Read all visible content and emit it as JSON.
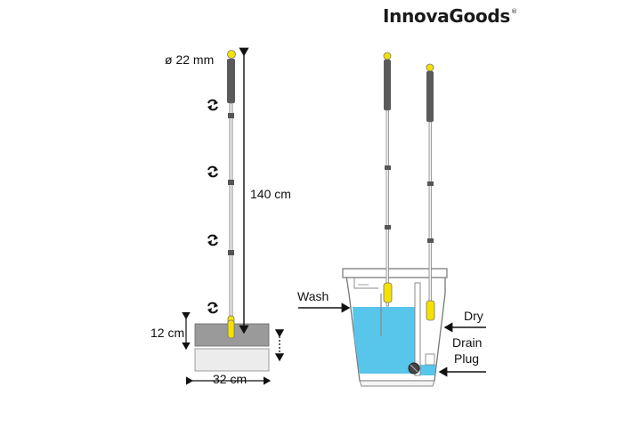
{
  "brand": {
    "name": "InnovaGoods",
    "mark": "®"
  },
  "dimensions": {
    "handle_diameter": "ø 22 mm",
    "length": "140 cm",
    "pad_height": "12 cm",
    "pad_width": "32 cm"
  },
  "bucket_labels": {
    "wash": "Wash",
    "dry": "Dry",
    "drain_plug_line1": "Drain",
    "drain_plug_line2": "Plug"
  },
  "colors": {
    "accent_yellow": "#f5e100",
    "handle_grey": "#5a5a5a",
    "water_blue": "#58c5ea",
    "pad_top": "#9a9a9a",
    "pad_bottom": "#ececec"
  },
  "icons": [
    "rotate-icon",
    "rotate-icon",
    "rotate-icon",
    "rotate-icon"
  ]
}
